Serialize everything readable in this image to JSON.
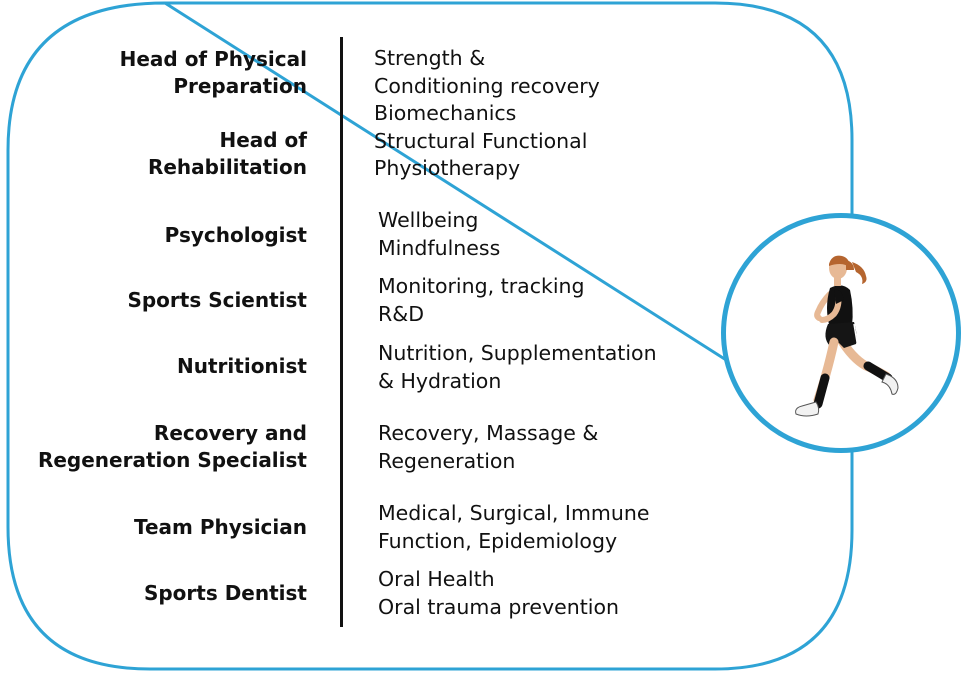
{
  "accent_color": "#2ea3d5",
  "roles": [
    {
      "lines": [
        "Head of Physical",
        "Preparation"
      ]
    },
    {
      "lines": [
        "Head of",
        "Rehabilitation"
      ]
    },
    {
      "lines": [
        "Psychologist"
      ]
    },
    {
      "lines": [
        "Sports Scientist"
      ]
    },
    {
      "lines": [
        "Nutritionist"
      ]
    },
    {
      "lines": [
        "Recovery and",
        "Regeneration Specialist"
      ]
    },
    {
      "lines": [
        "Team Physician"
      ]
    },
    {
      "lines": [
        "Sports Dentist"
      ]
    }
  ],
  "descriptions": [
    {
      "lines": [
        "Strength &",
        "Conditioning recovery",
        "Biomechanics",
        "Structural Functional",
        "Physiotherapy"
      ]
    },
    {
      "lines": [
        "Wellbeing",
        "Mindfulness"
      ]
    },
    {
      "lines": [
        "Monitoring, tracking",
        "R&D"
      ]
    },
    {
      "lines": [
        "Nutrition, Supplementation",
        "& Hydration"
      ]
    },
    {
      "lines": [
        "Recovery, Massage &",
        "Regeneration"
      ]
    },
    {
      "lines": [
        "Medical, Surgical, Immune",
        "Function, Epidemiology"
      ]
    },
    {
      "lines": [
        "Oral Health",
        "Oral trauma prevention"
      ]
    }
  ],
  "illustration": {
    "icon": "runner-icon"
  }
}
